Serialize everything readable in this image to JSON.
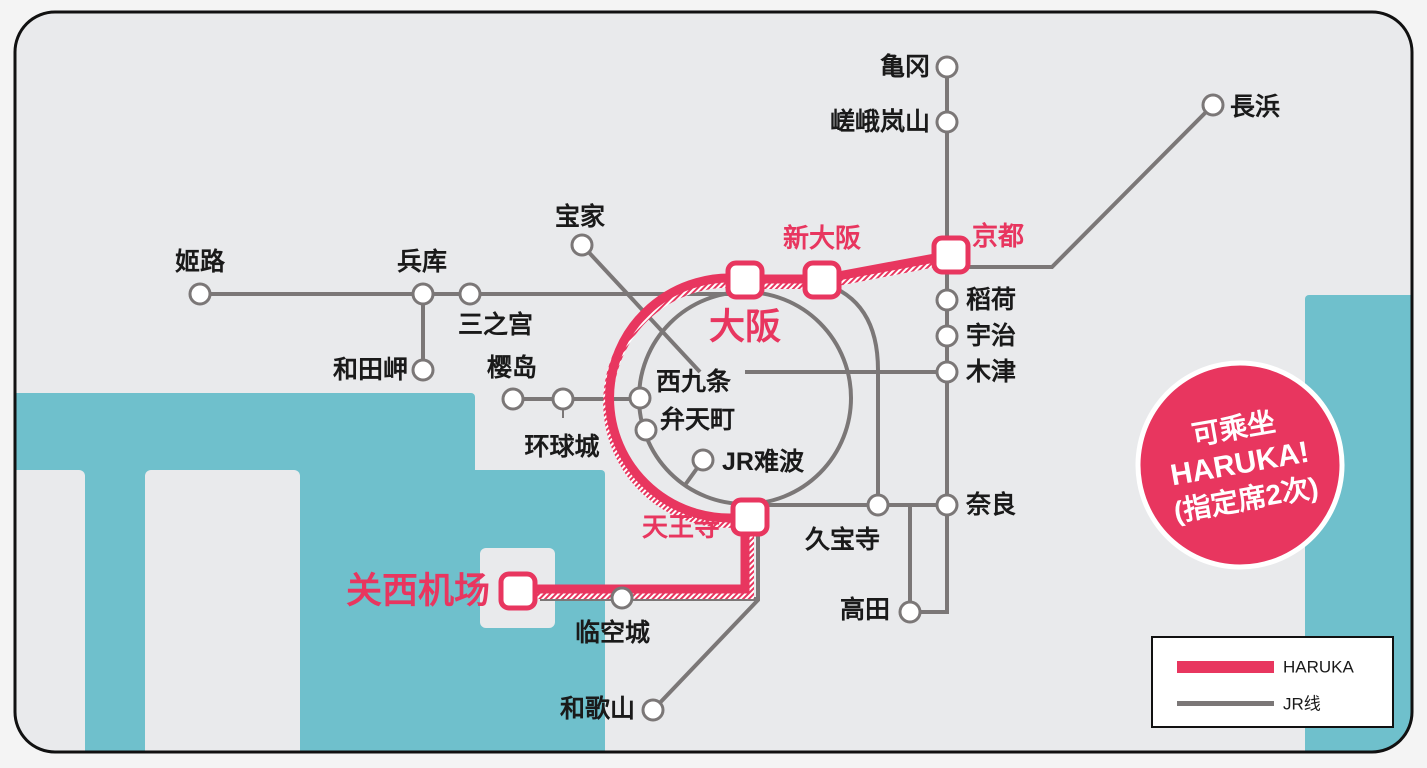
{
  "colors": {
    "haruka": "#e8365f",
    "jr": "#7b7777",
    "water": "#6fc0cc",
    "land": "#e9eaec"
  },
  "major_stations": {
    "osaka": "大阪",
    "shin_osaka": "新大阪",
    "kyoto": "京都",
    "tennoji": "天王寺",
    "kansai_airport": "关西机场"
  },
  "stations": {
    "kameoka": "亀冈",
    "saga_arashiyama": "嵯峨岚山",
    "nagahama": "長浜",
    "himeji": "姬路",
    "hyogo": "兵库",
    "sannomiya": "三之宫",
    "wadamisaki": "和田岬",
    "takarazuka": "宝家",
    "sakurajima": "樱岛",
    "universal_city": "环球城",
    "nishikujo": "西九条",
    "bentencho": "弁天町",
    "jr_namba": "JR难波",
    "inari": "稻荷",
    "uji": "宇治",
    "kizu": "木津",
    "nara": "奈良",
    "kyuhoji": "久宝寺",
    "takada": "高田",
    "rinku_town": "临空城",
    "wakayama": "和歌山"
  },
  "badge": {
    "line1": "可乘坐",
    "line2": "HARUKA!",
    "line3": "(指定席2次)"
  },
  "legend": {
    "haruka": "HARUKA",
    "jr": "JR线"
  }
}
